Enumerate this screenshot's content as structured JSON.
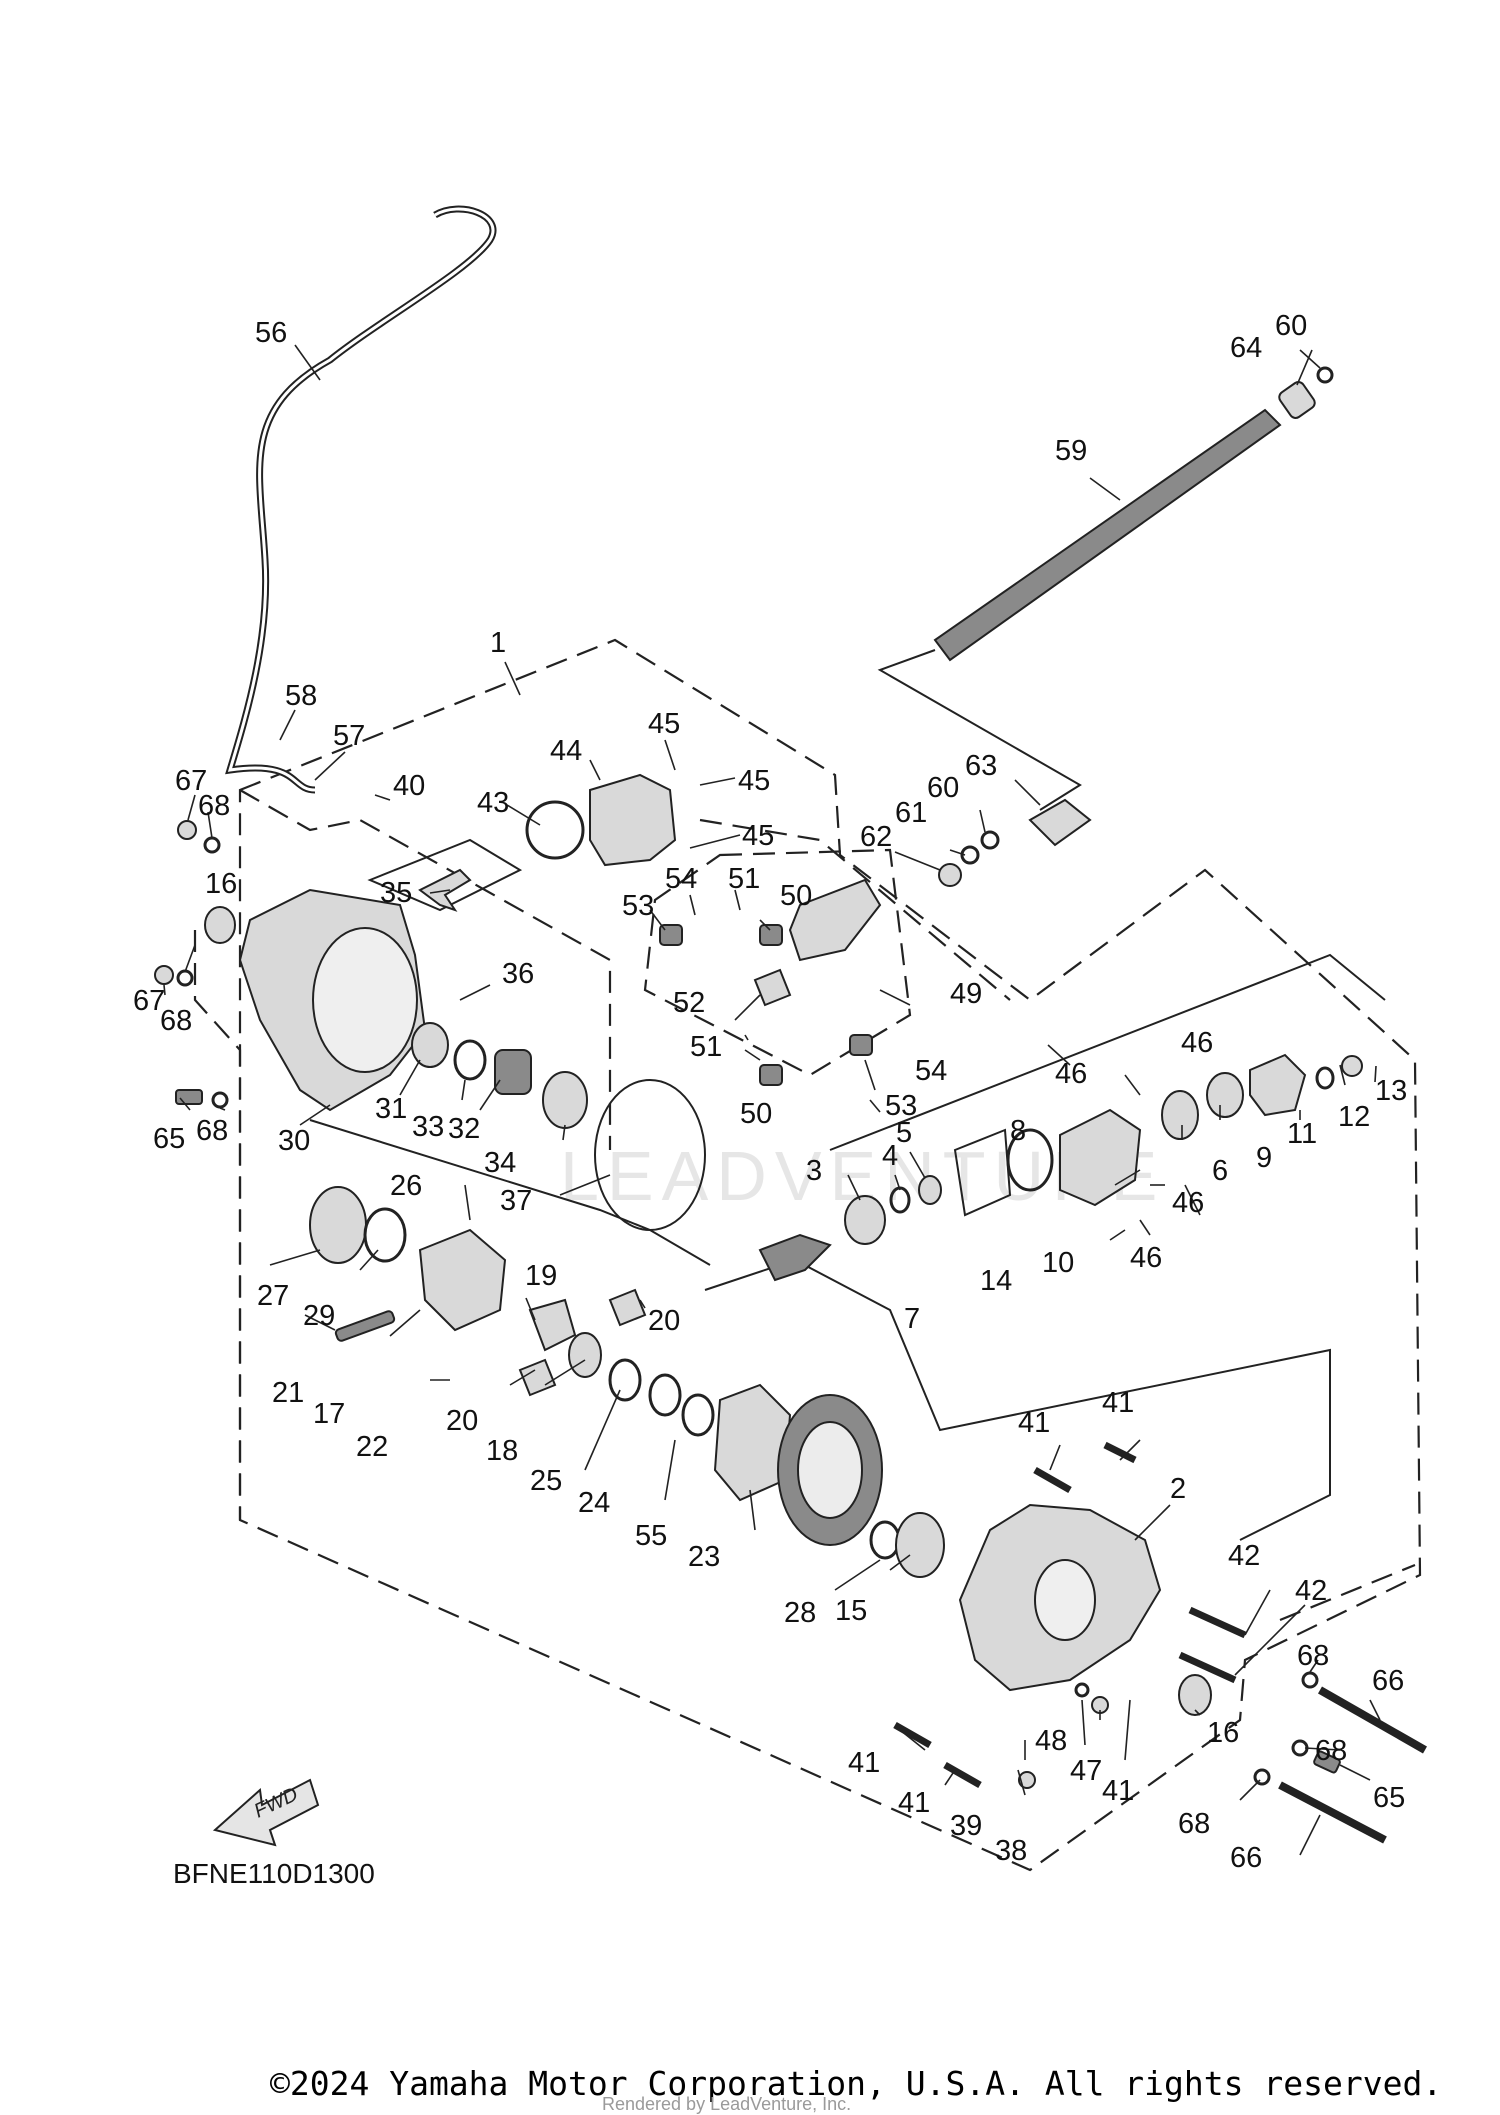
{
  "diagram": {
    "code": "BFNE110D1300",
    "fwd_label": "FWD",
    "copyright": "©2024 Yamaha Motor Corporation, U.S.A. All rights reserved.",
    "rendered_by": "Rendered by LeadVenture, Inc.",
    "watermark": "LEADVENTURE",
    "callouts": [
      "1",
      "2",
      "3",
      "4",
      "5",
      "6",
      "7",
      "8",
      "9",
      "10",
      "11",
      "12",
      "13",
      "14",
      "15",
      "16",
      "16",
      "17",
      "18",
      "19",
      "20",
      "20",
      "21",
      "22",
      "23",
      "24",
      "25",
      "26",
      "27",
      "28",
      "29",
      "30",
      "31",
      "32",
      "33",
      "34",
      "35",
      "36",
      "37",
      "38",
      "39",
      "40",
      "41",
      "41",
      "41",
      "41",
      "41",
      "42",
      "42",
      "43",
      "44",
      "45",
      "45",
      "45",
      "46",
      "46",
      "46",
      "46",
      "47",
      "48",
      "49",
      "50",
      "50",
      "51",
      "51",
      "52",
      "53",
      "53",
      "54",
      "54",
      "55",
      "56",
      "57",
      "58",
      "59",
      "60",
      "60",
      "61",
      "62",
      "63",
      "64",
      "65",
      "65",
      "66",
      "66",
      "67",
      "67",
      "68",
      "68",
      "68",
      "68",
      "68",
      "68"
    ]
  }
}
